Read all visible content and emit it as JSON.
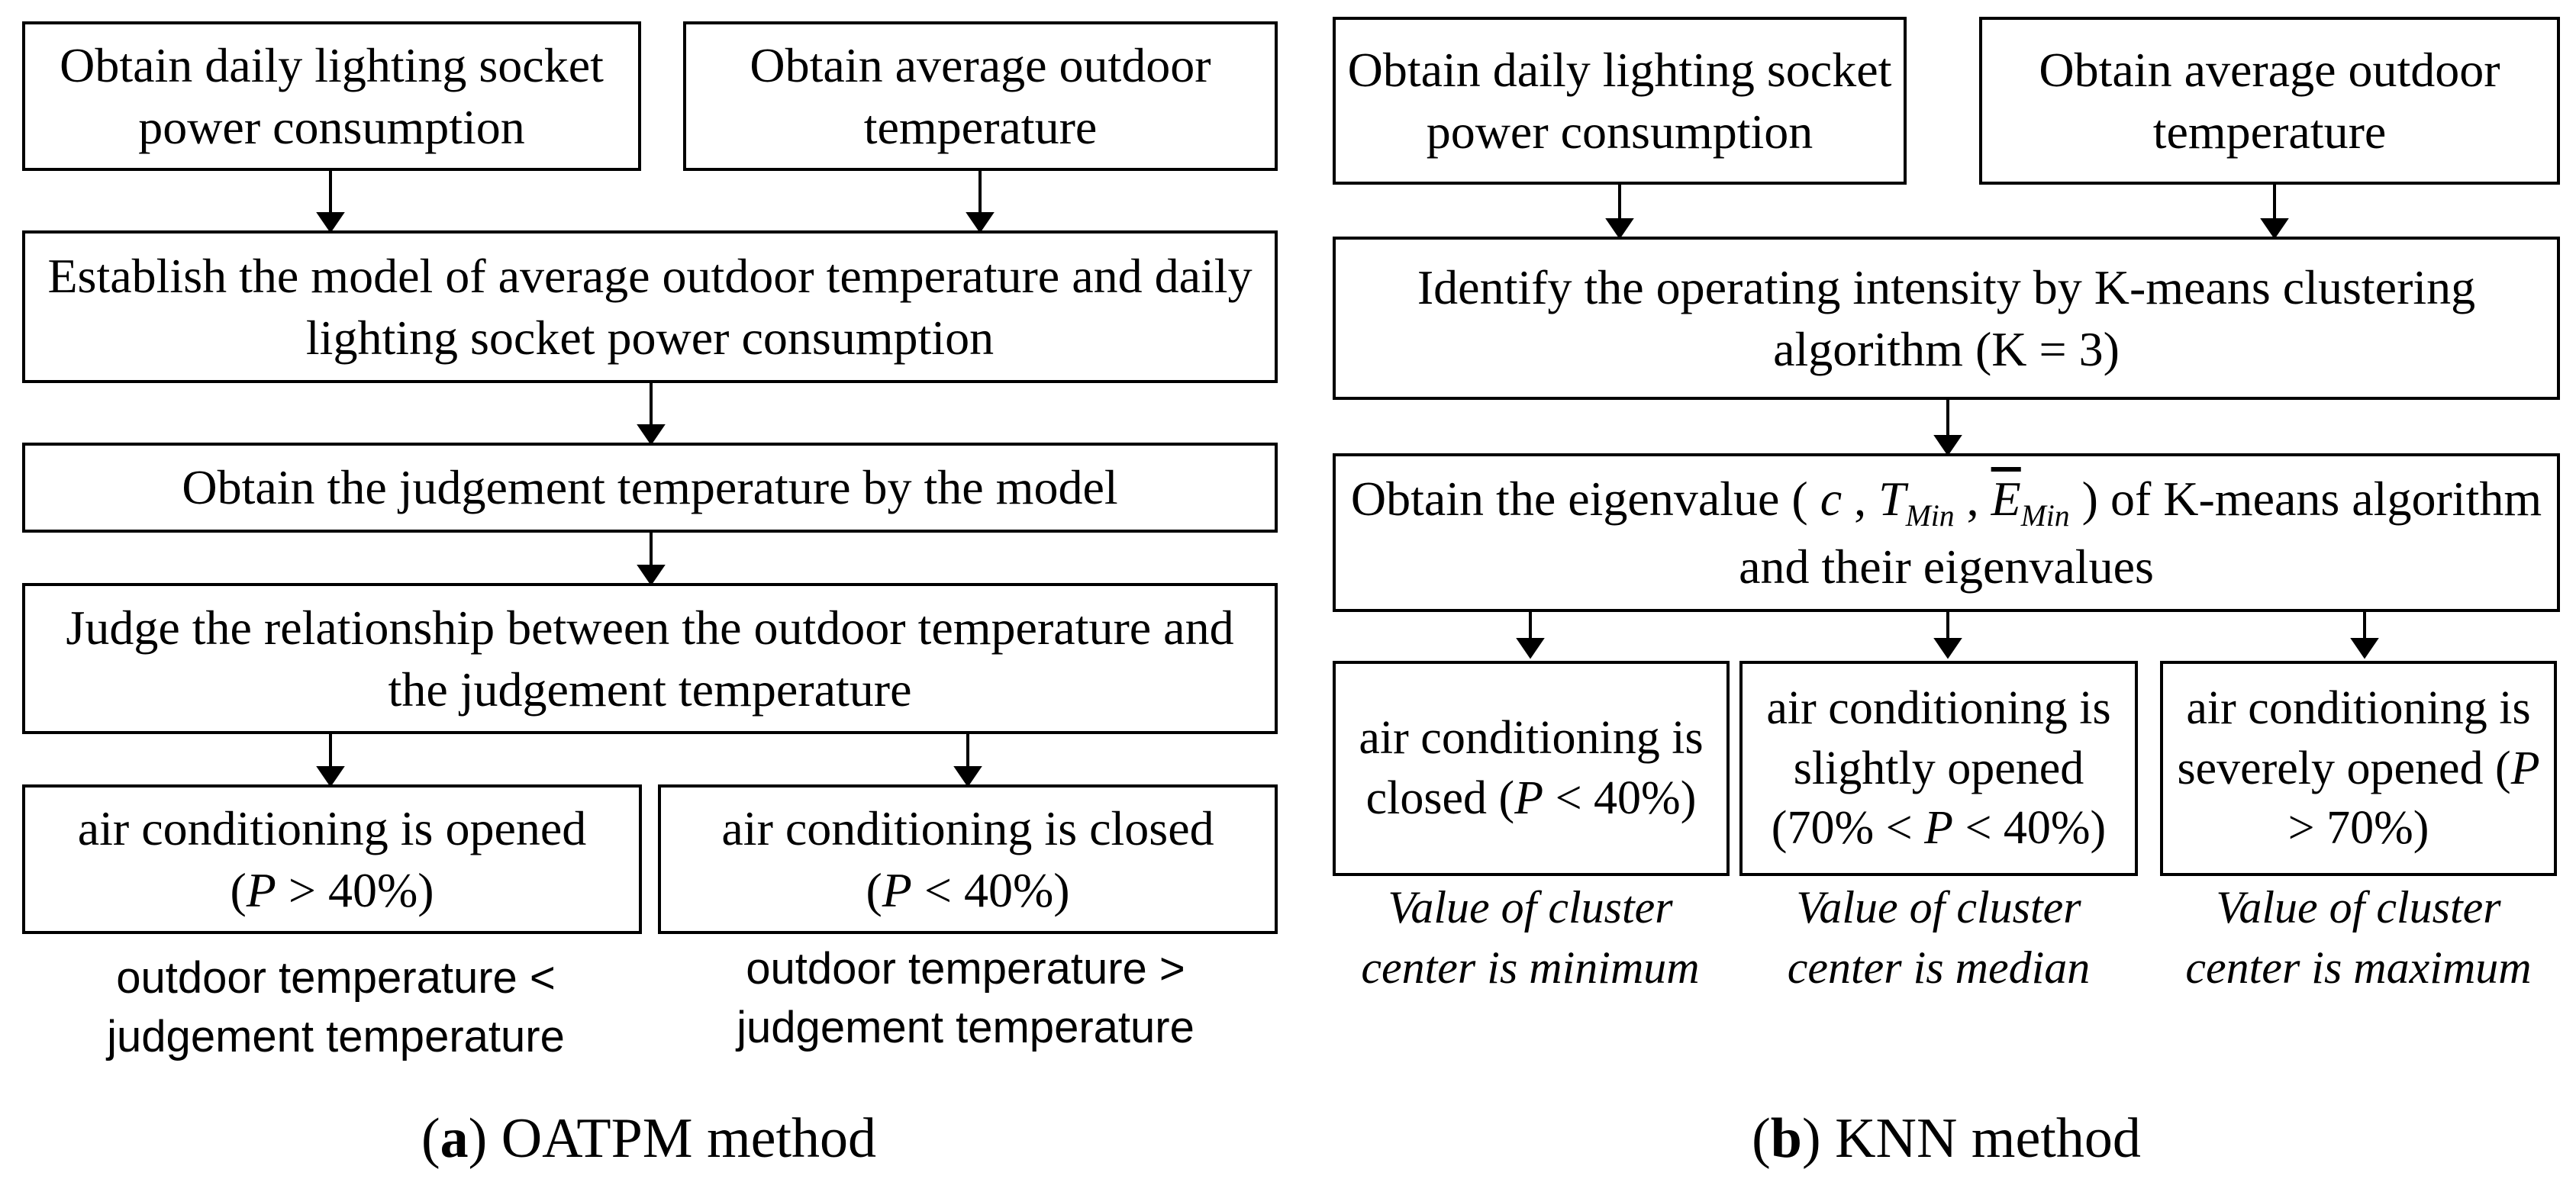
{
  "left": {
    "box_daily": "Obtain daily lighting socket power consumption",
    "box_temp": "Obtain average outdoor temperature",
    "box_model": "Establish the model of average outdoor temperature and daily lighting socket power consumption",
    "box_judge_temp": "Obtain the judgement temperature by the model",
    "box_relationship": "Judge the relationship between the outdoor temperature and the judgement  temperature",
    "box_opened_line1": "air conditioning is opened",
    "box_opened_p": "P",
    "box_opened_cond": " > 40%)",
    "box_closed_line1": "air conditioning is closed",
    "box_closed_p": "P",
    "box_closed_cond": " < 40%)",
    "note_opened": "outdoor temperature < judgement temperature",
    "note_closed": "outdoor temperature > judgement temperature",
    "caption_letter": "a",
    "caption_text": ") OATPM method"
  },
  "right": {
    "box_daily": "Obtain daily lighting socket power consumption",
    "box_temp": "Obtain average outdoor temperature",
    "box_identify": "Identify the operating intensity by K-means clustering algorithm (K = 3)",
    "box_eigen_prefix": "Obtain the eigenvalue  ( ",
    "box_eigen_c": "c",
    "box_eigen_t": "T",
    "box_eigen_tsub": "Min",
    "box_eigen_e": "E",
    "box_eigen_esub": "Min",
    "box_eigen_suffix": ") of K-means algorithm and their eigenvalues",
    "box_closed_text": "air conditioning is closed (",
    "box_closed_p": "P",
    "box_closed_cond": " < 40%)",
    "box_slight_text": "air conditioning is slightly opened (70% < ",
    "box_slight_p": "P",
    "box_slight_cond": " < 40%)",
    "box_severe_text": "air conditioning is severely opened (",
    "box_severe_p": "P",
    "box_severe_cond": " > 70%)",
    "note_min": "Value of cluster center  is minimum",
    "note_median": "Value of cluster center  is median",
    "note_max": "Value of cluster center  is maximum",
    "caption_letter": "b",
    "caption_text": ") KNN method"
  }
}
